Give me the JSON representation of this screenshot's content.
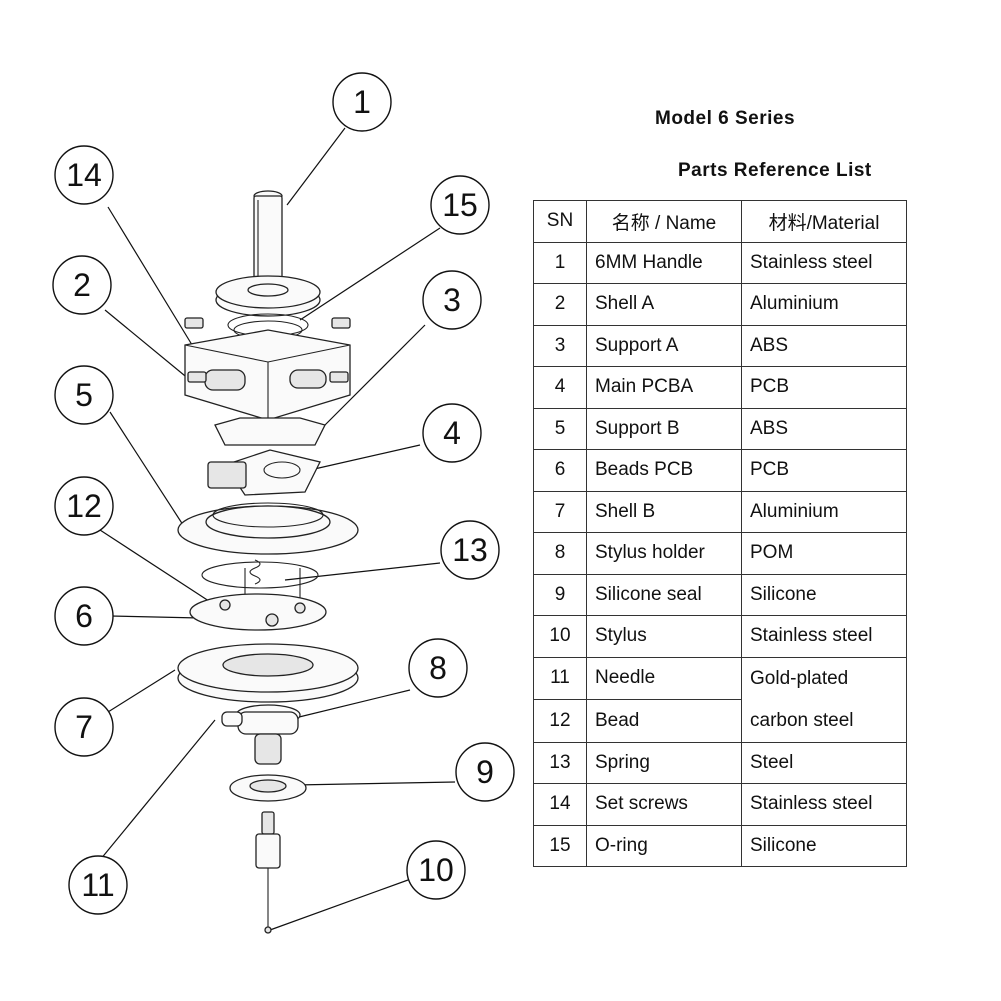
{
  "title": "Model 6 Series",
  "subtitle": "Parts Reference List",
  "table": {
    "headers": [
      "SN",
      "名称 / Name",
      "材料/Material"
    ],
    "rows": [
      {
        "sn": "1",
        "name": "6MM Handle",
        "material": "Stainless steel"
      },
      {
        "sn": "2",
        "name": "Shell A",
        "material": "Aluminium"
      },
      {
        "sn": "3",
        "name": "Support A",
        "material": "ABS"
      },
      {
        "sn": "4",
        "name": "Main PCBA",
        "material": "PCB"
      },
      {
        "sn": "5",
        "name": "Support B",
        "material": "ABS"
      },
      {
        "sn": "6",
        "name": "Beads PCB",
        "material": "PCB"
      },
      {
        "sn": "7",
        "name": "Shell B",
        "material": "Aluminium"
      },
      {
        "sn": "8",
        "name": "Stylus holder",
        "material": "POM"
      },
      {
        "sn": "9",
        "name": "Silicone seal",
        "material": "Silicone"
      },
      {
        "sn": "10",
        "name": "Stylus",
        "material": "Stainless steel"
      },
      {
        "sn": "11",
        "name": "Needle",
        "material": "Gold-plated carbon steel"
      },
      {
        "sn": "12",
        "name": "Bead",
        "material": ""
      },
      {
        "sn": "13",
        "name": "Spring",
        "material": "Steel"
      },
      {
        "sn": "14",
        "name": "Set screws",
        "material": "Stainless steel"
      },
      {
        "sn": "15",
        "name": "O-ring",
        "material": "Silicone"
      }
    ]
  },
  "callouts": [
    "1",
    "2",
    "3",
    "4",
    "5",
    "6",
    "7",
    "8",
    "9",
    "10",
    "11",
    "12",
    "13",
    "14",
    "15"
  ]
}
